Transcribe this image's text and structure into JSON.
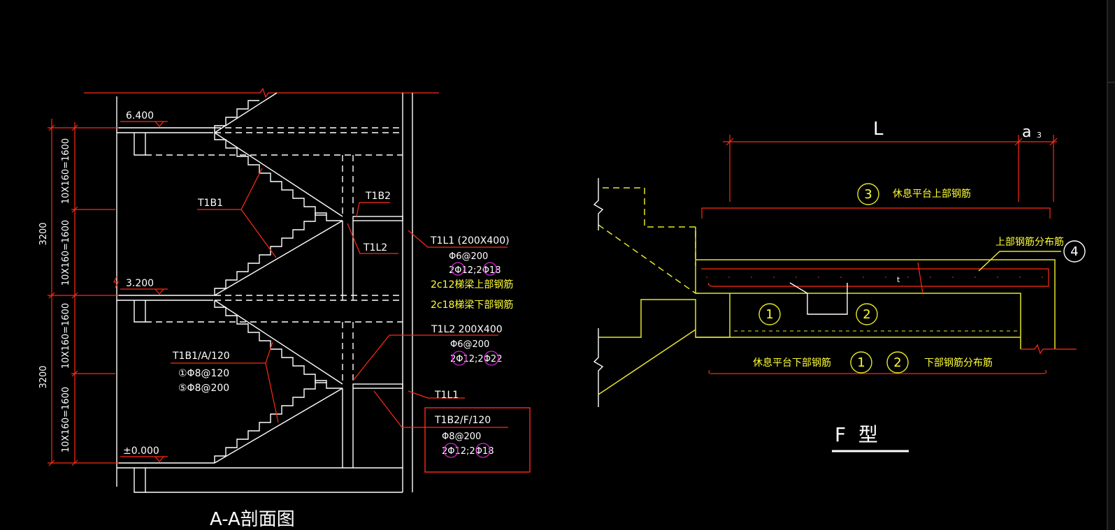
{
  "section": {
    "title": "A-A剖面图",
    "elev_top": "6.400",
    "elev_mid": "3.200",
    "elev_bot": "±0.000",
    "dim_flight_1": "10X160=1600",
    "dim_flight_2": "10X160=1600",
    "dim_flight_3": "10X160=1600",
    "dim_flight_4": "10X160=1600",
    "dim_total_upper": "3200",
    "dim_total_lower": "3200",
    "label_t1b1": "T1B1",
    "label_t1b2": "T1B2",
    "label_t1l2": "T1L2",
    "label_t1l1_spec": "T1L1 (200X400)",
    "label_t1l1_stirrup": "Φ6@200",
    "label_t1l1_bars": "2Φ12;2Φ18",
    "note_upper_bars": "2c12梯梁上部钢筋",
    "note_lower_bars": "2c18梯梁下部钢筋",
    "label_t1l2_spec": "T1L2 200X400",
    "label_t1l2_stirrup": "Φ6@200",
    "label_t1l2_bars": "2Φ12;2Φ22",
    "label_t1b1_full": "T1B1/A/120",
    "label_t1b1_bar1": "①Φ8@120",
    "label_t1b1_bar5": "⑤Φ8@200",
    "label_t1l1": "T1L1",
    "label_t1b2_full": "T1B2/F/120",
    "label_t1b2_stirrup": "Φ8@200",
    "label_t1b2_bars": "2Φ12;2Φ18"
  },
  "detail": {
    "title": "F  型",
    "dim_L": "L",
    "dim_a3": "a",
    "dim_a3_sub": "3",
    "marker_1": "1",
    "marker_2": "2",
    "marker_3": "3",
    "marker_4": "4",
    "note_upper": "休息平台上部钢筋",
    "note_upper_dist": "上部钢筋分布筋",
    "note_lower": "休息平台下部钢筋",
    "note_lower_dist": "下部钢筋分布筋",
    "cover_mark": "t"
  },
  "colors": {
    "background": "#000000",
    "line_white": "#ffffff",
    "line_red": "#ff2a14",
    "line_yellow": "#e5e52a",
    "text_yellow": "#ffff33",
    "circle_magenta": "#d028d0"
  }
}
